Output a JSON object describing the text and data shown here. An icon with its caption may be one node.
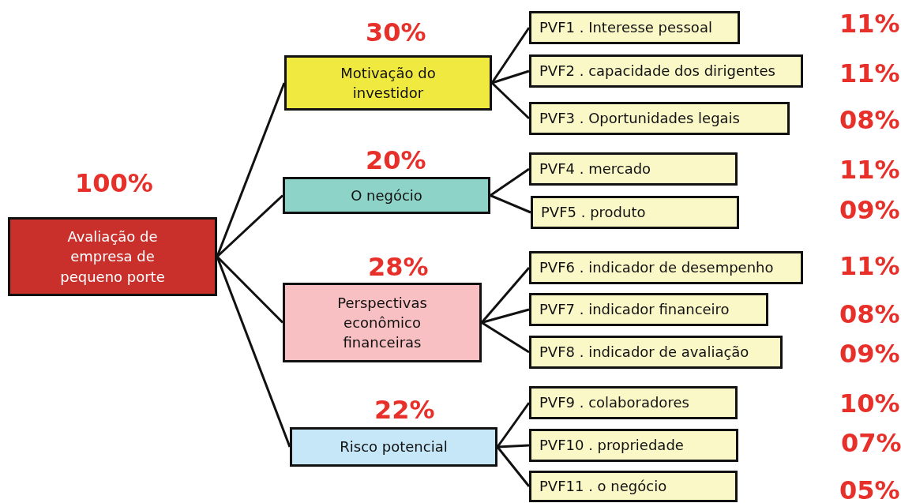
{
  "diagram": {
    "nodes": [
      {
        "text": [
          "Avaliação de empresa de pequeno porte"
        ],
        "beside": [
          "100%"
        ]
      },
      {
        "text": [
          "Motivação do investidor"
        ],
        "beside": [
          "30%"
        ]
      },
      {
        "text": [
          "O negócio"
        ],
        "beside": [
          "20%"
        ]
      },
      {
        "text": [
          "Perspectivas econômico financeiras"
        ],
        "beside": [
          "28%"
        ]
      },
      {
        "text": [
          "Risco potencial"
        ],
        "beside": [
          "22%"
        ]
      },
      {
        "text": [
          "PVF1 . Interesse pessoal"
        ]
      },
      {
        "text": [
          "PVF2 . capacidade dos dirigentes"
        ]
      },
      {
        "text": [
          "PVF3 . Oportunidades legais"
        ]
      },
      {
        "text": [
          "PVF4 . mercado"
        ]
      },
      {
        "text": [
          "PVF5 . produto"
        ]
      },
      {
        "text": [
          "PVF6 . indicador de desempenho"
        ]
      },
      {
        "text": [
          "PVF7 . indicador financeiro"
        ]
      },
      {
        "text": [
          "PVF8 . indicador de avaliação"
        ]
      },
      {
        "text": [
          "PVF9 . colaboradores"
        ]
      },
      {
        "text": [
          "PVF10 . propriedade"
        ]
      },
      {
        "text": [
          "PVF11 . o negócio"
        ]
      }
    ],
    "labels": [
      "11%",
      "11%",
      "08%",
      "11%",
      "09%",
      "11%",
      "08%",
      "09%",
      "10%",
      "07%",
      "05%"
    ],
    "edges": [
      {
        "from": 0,
        "to": 1,
        "arrow": "none"
      },
      {
        "from": 0,
        "to": 2,
        "arrow": "none"
      },
      {
        "from": 0,
        "to": 3,
        "arrow": "none"
      },
      {
        "from": 0,
        "to": 4,
        "arrow": "none"
      },
      {
        "from": 1,
        "to": 5,
        "arrow": "none"
      },
      {
        "from": 1,
        "to": 6,
        "arrow": "none"
      },
      {
        "from": 1,
        "to": 7,
        "arrow": "none"
      },
      {
        "from": 2,
        "to": 8,
        "arrow": "none"
      },
      {
        "from": 2,
        "to": 9,
        "arrow": "none"
      },
      {
        "from": 3,
        "to": 10,
        "arrow": "none"
      },
      {
        "from": 3,
        "to": 11,
        "arrow": "none"
      },
      {
        "from": 3,
        "to": 12,
        "arrow": "none"
      },
      {
        "from": 4,
        "to": 13,
        "arrow": "none"
      },
      {
        "from": 4,
        "to": 14,
        "arrow": "none"
      },
      {
        "from": 4,
        "to": 15,
        "arrow": "none"
      }
    ]
  }
}
